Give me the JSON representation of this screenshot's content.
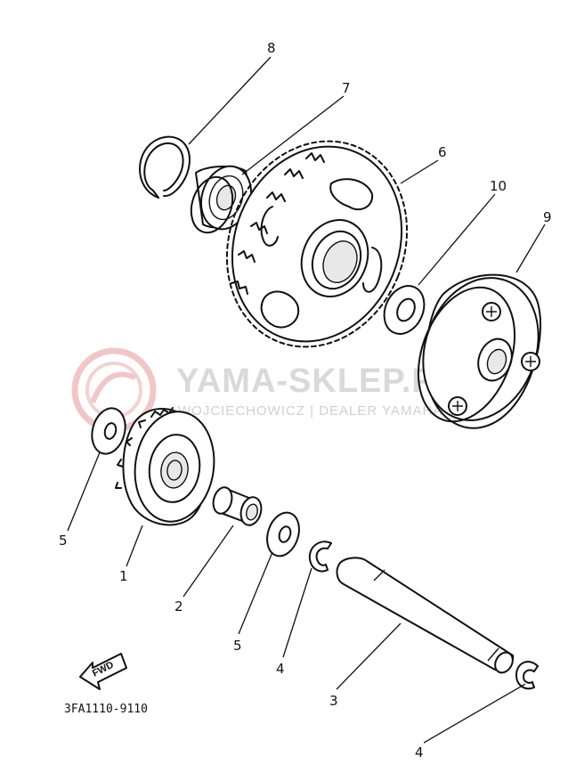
{
  "watermark": {
    "brand": "YAMA-SKLEP.PL",
    "subtitle": "WOJCIECHOWICZ | DEALER YAMAHA"
  },
  "diagram_code": "3FA1110-9110",
  "fwd_label": "FWD",
  "callouts": [
    {
      "id": "c8",
      "label": "8"
    },
    {
      "id": "c7",
      "label": "7"
    },
    {
      "id": "c6",
      "label": "6"
    },
    {
      "id": "c10",
      "label": "10"
    },
    {
      "id": "c9",
      "label": "9"
    },
    {
      "id": "c5a",
      "label": "5"
    },
    {
      "id": "c1",
      "label": "1"
    },
    {
      "id": "c2",
      "label": "2"
    },
    {
      "id": "c5b",
      "label": "5"
    },
    {
      "id": "c4a",
      "label": "4"
    },
    {
      "id": "c3",
      "label": "3"
    },
    {
      "id": "c4b",
      "label": "4"
    }
  ]
}
